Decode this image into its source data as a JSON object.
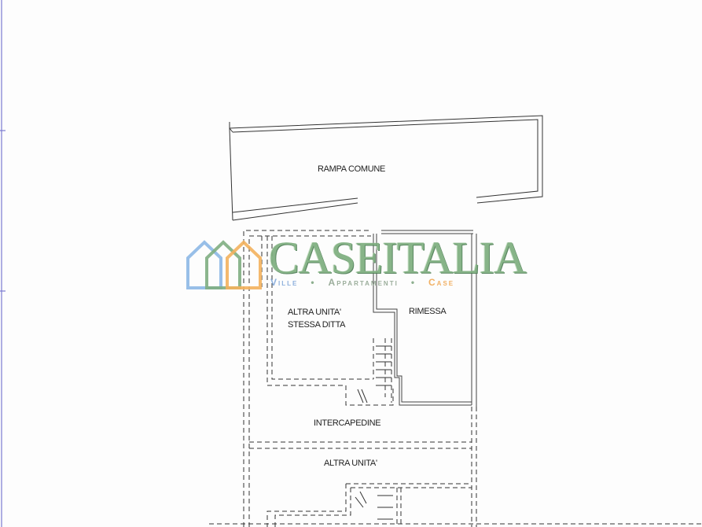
{
  "plan": {
    "rooms": [
      {
        "id": "rampa",
        "label": "RAMPA COMUNE"
      },
      {
        "id": "altra-stessa",
        "label_line1": "ALTRA UNITA'",
        "label_line2": "STESSA DITTA"
      },
      {
        "id": "rimessa",
        "label": "RIMESSA"
      },
      {
        "id": "intercapedine",
        "label": "INTERCAPEDINE"
      },
      {
        "id": "altra-unita",
        "label": "ALTRA UNITA'"
      }
    ]
  },
  "watermark": {
    "brand": "CASEITALIA",
    "tagline_1": "Ville",
    "tagline_2": "Appartamenti",
    "tagline_3": "Case",
    "separator": "•",
    "colors": {
      "green": "#7dae7f",
      "blue": "#7aa3d8",
      "orange": "#f0a34a"
    }
  },
  "frame": {
    "border_color": "#7b7bd0"
  }
}
